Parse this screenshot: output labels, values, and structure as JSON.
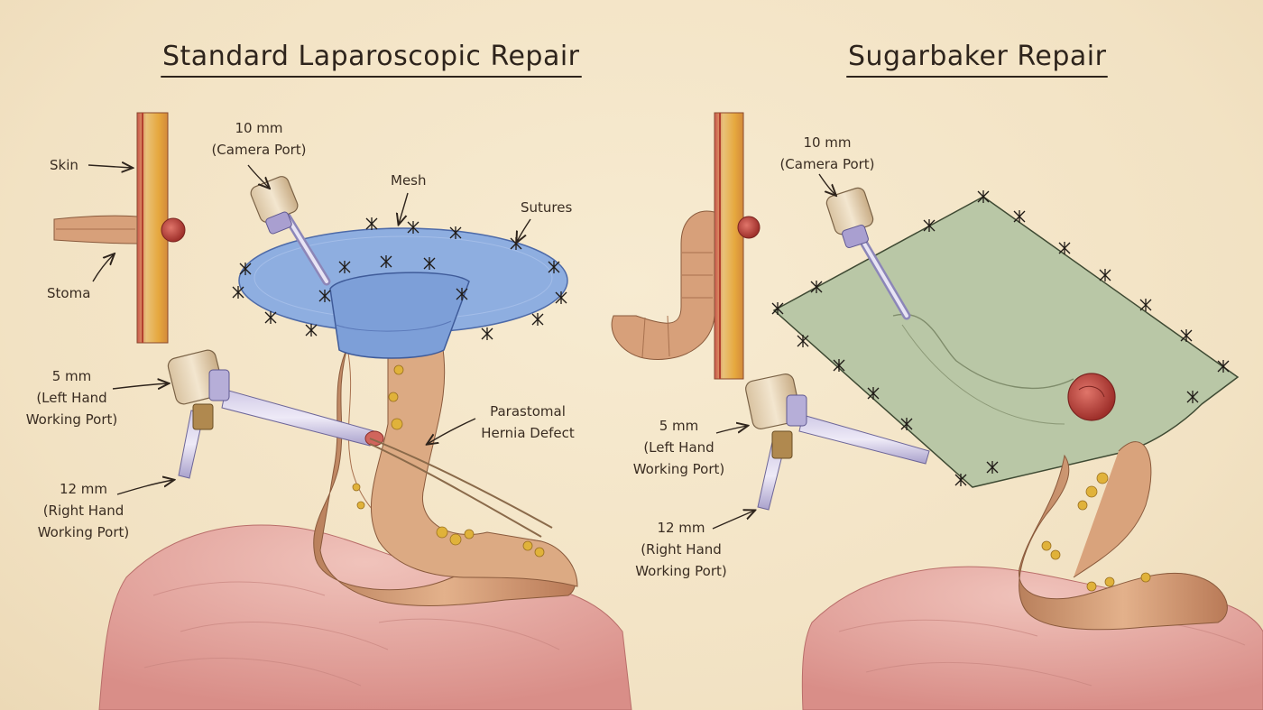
{
  "left_panel": {
    "title": "Standard Laparoscopic Repair",
    "labels": {
      "skin": "Skin",
      "stoma": "Stoma",
      "camera_port": [
        "10 mm",
        "(Camera Port)"
      ],
      "mesh": "Mesh",
      "sutures": "Sutures",
      "left_hand_port": [
        "5 mm",
        "(Left Hand",
        "Working Port)"
      ],
      "right_hand_port": [
        "12 mm",
        "(Right Hand",
        "Working Port)"
      ],
      "hernia_defect": [
        "Parastomal",
        "Hernia Defect"
      ]
    }
  },
  "right_panel": {
    "title": "Sugarbaker Repair",
    "labels": {
      "camera_port": [
        "10 mm",
        "(Camera Port)"
      ],
      "left_hand_port": [
        "5 mm",
        "(Left Hand",
        "Working Port)"
      ],
      "right_hand_port": [
        "12 mm",
        "(Right Hand",
        "Working Port)"
      ]
    }
  },
  "colors": {
    "background": "#f4e6c9",
    "ink": "#3a2d22",
    "mesh_blue": "#8eaee0",
    "mesh_green": "#b9c7a6",
    "bowel": "#d9a47c",
    "fat": "#e0b23a",
    "skin_red": "#c8524a",
    "peritoneum": "#e8a9a3"
  }
}
